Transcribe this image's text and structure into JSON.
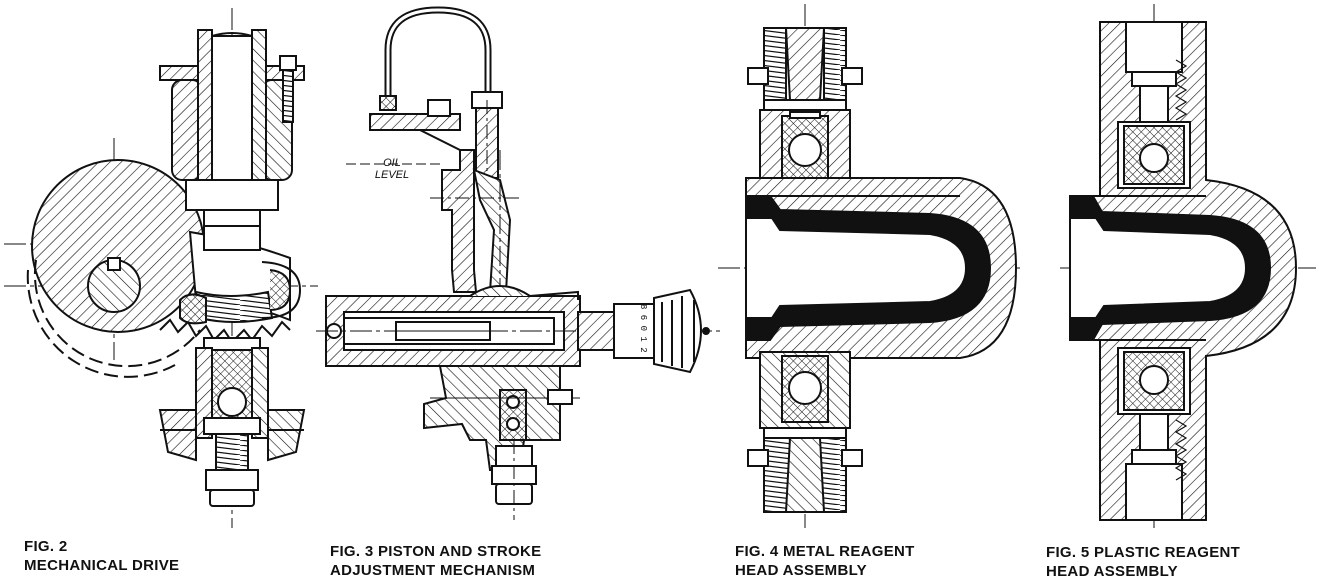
{
  "figures": [
    {
      "number": "FIG. 2",
      "title": "MECHANICAL DRIVE"
    },
    {
      "line1": "FIG. 3 PISTON AND STROKE",
      "line2": "ADJUSTMENT MECHANISM"
    },
    {
      "line1": "FIG. 4 METAL REAGENT",
      "line2": "HEAD ASSEMBLY"
    },
    {
      "line1": "FIG. 5 PLASTIC REAGENT",
      "line2": "HEAD ASSEMBLY"
    }
  ],
  "labels": {
    "oil_level_line1": "OIL",
    "oil_level_line2": "LEVEL",
    "dial_scale": "8 6 0 1 2"
  },
  "colors": {
    "ink": "#111111",
    "paper": "#ffffff"
  }
}
